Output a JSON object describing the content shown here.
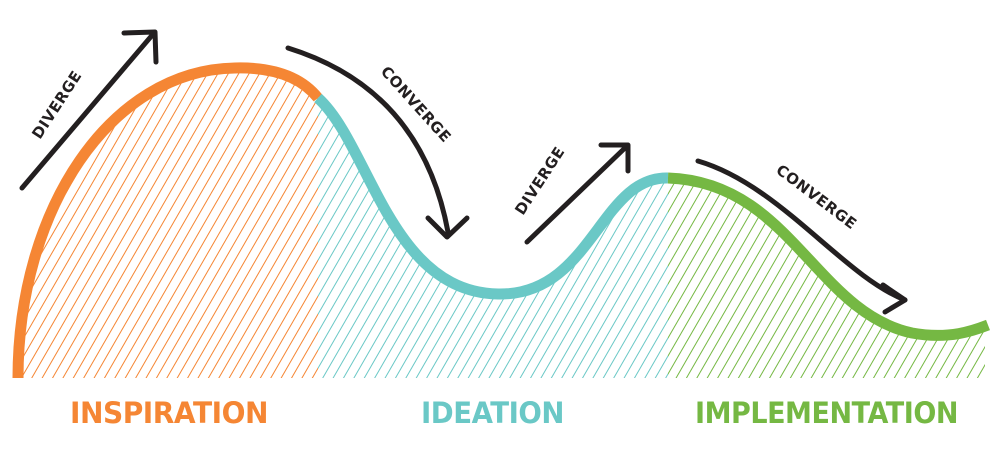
{
  "colors": {
    "inspiration": "#f58634",
    "ideation": "#6ac8c6",
    "implementation": "#75b843",
    "arrow": "#231f20"
  },
  "arrows": {
    "diverge_1": "DIVERGE",
    "converge_1": "CONVERGE",
    "diverge_2": "DIVERGE",
    "converge_2": "CONVERGE"
  },
  "phases": {
    "inspiration": "INSPIRATION",
    "ideation": "IDEATION",
    "implementation": "IMPLEMENTATION"
  }
}
